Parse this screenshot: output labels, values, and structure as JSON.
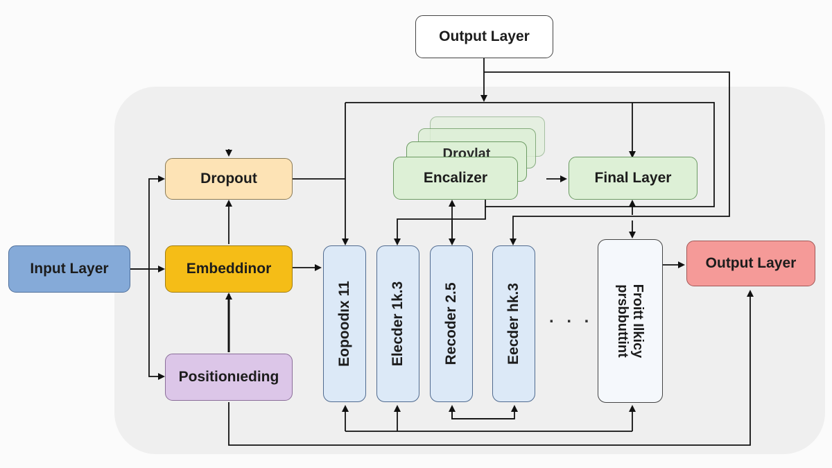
{
  "diagram": {
    "top_output": "Output Layer",
    "dropout": "Dropout",
    "input": "Input Layer",
    "embedding": "Embeddinor",
    "positional": "Positionıeding",
    "stack_label_back": "Droylat",
    "encalizer": "Encalizer",
    "final_layer": "Final Layer",
    "output_right": "Output Layer",
    "vertical_blocks": [
      "Eopoodıx 11",
      "Elecder 1k.3",
      "Recoder 2.5",
      "Eecder hk.3"
    ],
    "ellipsis": ". . .",
    "proj_line1": "Froitt Ilkicy",
    "proj_line2": "prsbbuttint"
  },
  "colors": {
    "input": "#85aad8",
    "dropout": "#fde3b5",
    "embedding": "#f5bd17",
    "positional": "#dcc6e8",
    "green": "#ddf0d6",
    "blocks": "#dce9f7",
    "output_right": "#f59a98"
  }
}
